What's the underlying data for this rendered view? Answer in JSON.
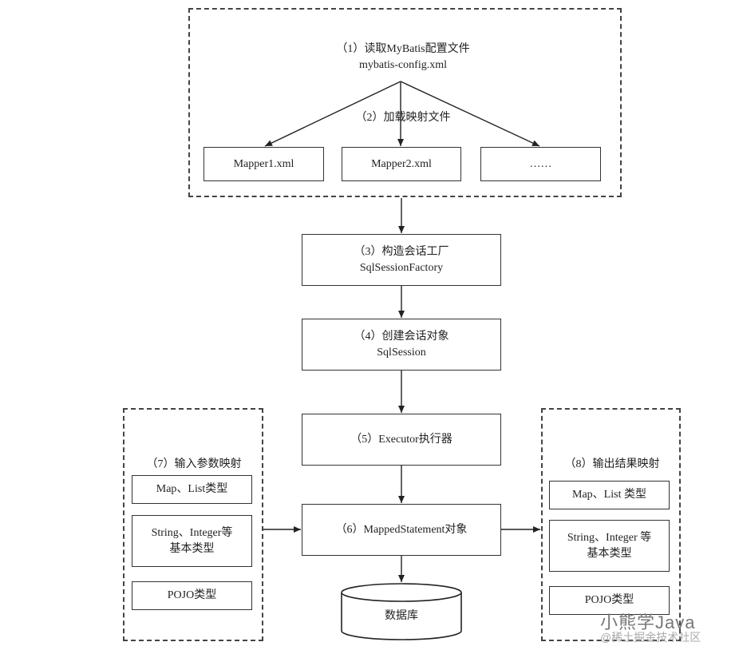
{
  "step1": {
    "line1": "（1）读取MyBatis配置文件",
    "line2": "mybatis-config.xml"
  },
  "step2": {
    "label": "（2）加载映射文件"
  },
  "mappers": [
    "Mapper1.xml",
    "Mapper2.xml",
    "……"
  ],
  "step3": {
    "line1": "（3）构造会话工厂",
    "line2": "SqlSessionFactory"
  },
  "step4": {
    "line1": "（4）创建会话对象",
    "line2": "SqlSession"
  },
  "step5": {
    "line1": "（5）Executor执行器"
  },
  "step6": {
    "line1": "（6）MappedStatement对象"
  },
  "database": {
    "label": "数据库"
  },
  "input": {
    "title": "（7）输入参数映射",
    "items": [
      {
        "line1": "Map、List类型",
        "line2": ""
      },
      {
        "line1": "String、Integer等",
        "line2": "基本类型"
      },
      {
        "line1": "POJO类型",
        "line2": ""
      }
    ]
  },
  "output": {
    "title": "（8）输出结果映射",
    "items": [
      {
        "line1": "Map、List 类型",
        "line2": ""
      },
      {
        "line1": "String、Integer 等",
        "line2": "基本类型"
      },
      {
        "line1": "POJO类型",
        "line2": ""
      }
    ]
  },
  "watermark": {
    "title": "小熊学Java",
    "sub": "@稀土掘金技术社区"
  }
}
